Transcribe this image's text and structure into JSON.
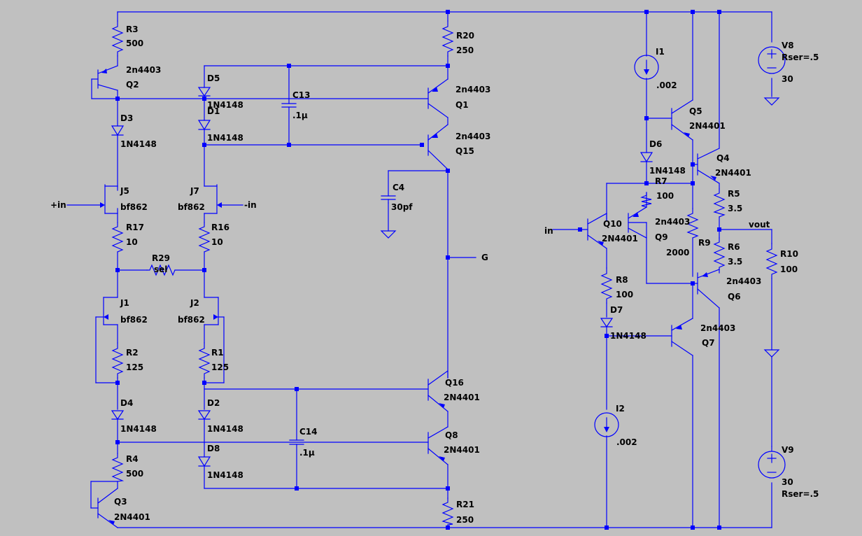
{
  "components": {
    "R3": {
      "name": "R3",
      "value": "500"
    },
    "Q2": {
      "name": "Q2",
      "value": "2n4403"
    },
    "D3": {
      "name": "D3",
      "value": "1N4148"
    },
    "J5": {
      "name": "J5",
      "value": "bf862"
    },
    "R17": {
      "name": "R17",
      "value": "10"
    },
    "R29": {
      "name": "R29",
      "value": "sel"
    },
    "J1": {
      "name": "J1",
      "value": "bf862"
    },
    "R2": {
      "name": "R2",
      "value": "125"
    },
    "D4": {
      "name": "D4",
      "value": "1N4148"
    },
    "R4": {
      "name": "R4",
      "value": "500"
    },
    "Q3": {
      "name": "Q3",
      "value": "2N4401"
    },
    "D5": {
      "name": "D5",
      "value": "1N4148"
    },
    "D1": {
      "name": "D1",
      "value": "1N4148"
    },
    "J7": {
      "name": "J7",
      "value": "bf862"
    },
    "R16": {
      "name": "R16",
      "value": "10"
    },
    "J2": {
      "name": "J2",
      "value": "bf862"
    },
    "R1": {
      "name": "R1",
      "value": "125"
    },
    "D2": {
      "name": "D2",
      "value": "1N4148"
    },
    "D8": {
      "name": "D8",
      "value": "1N4148"
    },
    "C13": {
      "name": "C13",
      "value": ".1µ"
    },
    "C14": {
      "name": "C14",
      "value": ".1µ"
    },
    "R20": {
      "name": "R20",
      "value": "250"
    },
    "Q1": {
      "name": "Q1",
      "value": "2n4403"
    },
    "Q15": {
      "name": "Q15",
      "value": "2n4403"
    },
    "C4": {
      "name": "C4",
      "value": "30pf"
    },
    "Q16": {
      "name": "Q16",
      "value": "2N4401"
    },
    "Q8": {
      "name": "Q8",
      "value": "2N4401"
    },
    "R21": {
      "name": "R21",
      "value": "250"
    },
    "I1": {
      "name": "I1",
      "value": ".002"
    },
    "D6": {
      "name": "D6",
      "value": "1N4148"
    },
    "R7": {
      "name": "R7",
      "value": "100"
    },
    "Q10": {
      "name": "Q10",
      "value": "2N4401"
    },
    "Q9": {
      "name": "Q9",
      "value": "2n4403"
    },
    "R9": {
      "name": "R9",
      "value": "2000"
    },
    "R8": {
      "name": "R8",
      "value": "100"
    },
    "D7": {
      "name": "D7",
      "value": "1N4148"
    },
    "I2": {
      "name": "I2",
      "value": ".002"
    },
    "Q5": {
      "name": "Q5",
      "value": "2N4401"
    },
    "Q4": {
      "name": "Q4",
      "value": "2N4401"
    },
    "R5": {
      "name": "R5",
      "value": "3.5"
    },
    "R6": {
      "name": "R6",
      "value": "3.5"
    },
    "Q6": {
      "name": "Q6",
      "value": "2n4403"
    },
    "Q7": {
      "name": "Q7",
      "value": "2n4403"
    },
    "R10": {
      "name": "R10",
      "value": "100"
    },
    "V8": {
      "name": "V8",
      "value": "30",
      "param": "Rser=.5"
    },
    "V9": {
      "name": "V9",
      "value": "30",
      "param": "Rser=.5"
    }
  },
  "nets": {
    "plus_in": "+in",
    "minus_in": "-in",
    "g": "G",
    "in": "in",
    "vout": "vout"
  },
  "colors": {
    "background": "#c0c0c0",
    "wire": "#0000ff",
    "text": "#000000"
  }
}
